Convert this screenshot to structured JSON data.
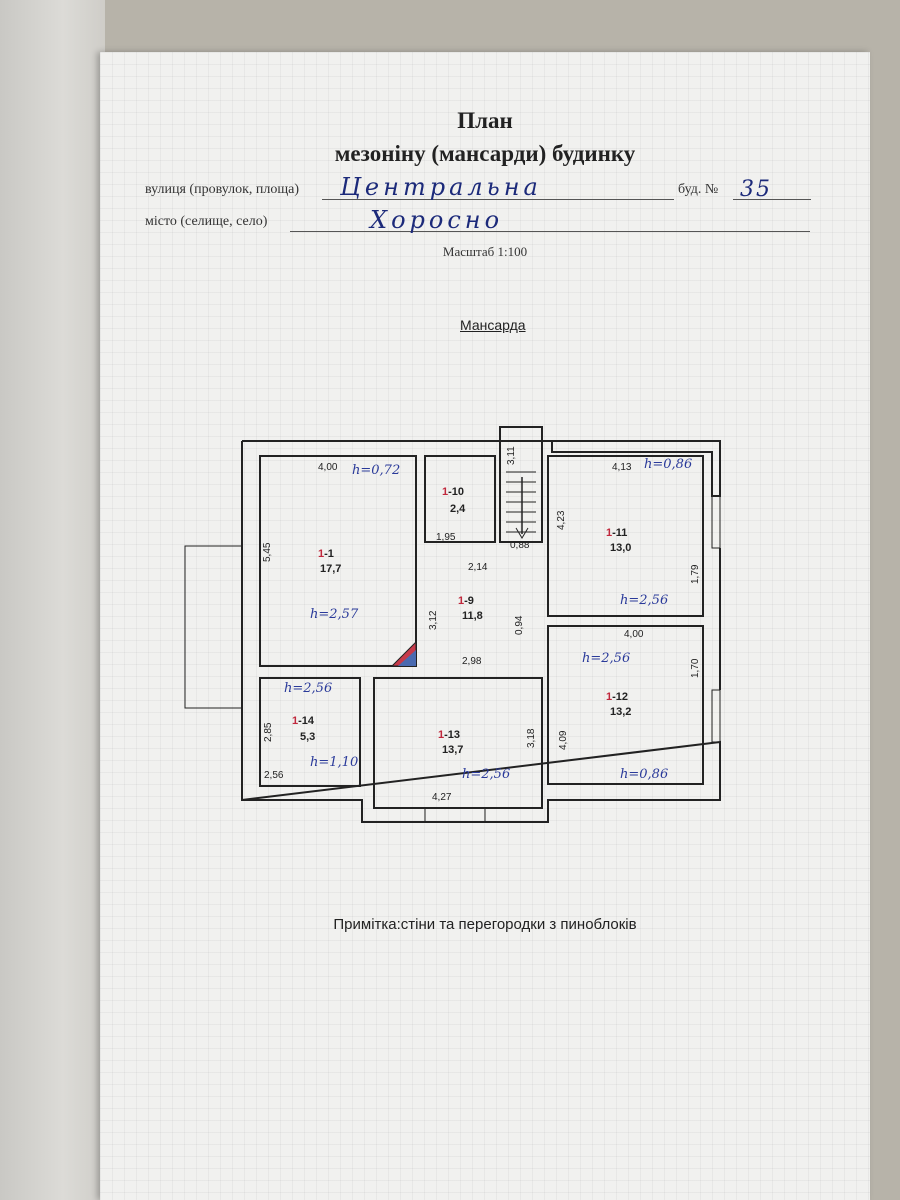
{
  "document": {
    "title": "План",
    "subtitle": "мезоніну (мансарди) будинку",
    "street_label": "вулиця (провулок, площа)",
    "street_value": "Центральна",
    "house_label": "буд. №",
    "house_value": "35",
    "city_label": "місто (селище, село)",
    "city_value": "Хоросно",
    "scale": "Масштаб 1:100",
    "section_title": "Мансарда",
    "note": "Примітка:стіни та перегородки з пиноблоків"
  },
  "rooms": [
    {
      "id": "1-1",
      "area": "17,7"
    },
    {
      "id": "1-9",
      "area": "11,8"
    },
    {
      "id": "1-10",
      "area": "2,4"
    },
    {
      "id": "1-11",
      "area": "13,0"
    },
    {
      "id": "1-12",
      "area": "13,2"
    },
    {
      "id": "1-13",
      "area": "13,7"
    },
    {
      "id": "1-14",
      "area": "5,3"
    }
  ],
  "dimensions": {
    "r1_top": "4,00",
    "r1_left": "5,45",
    "r10_bottom": "1,95",
    "stair_width": "0,88",
    "stair_len": "3,11",
    "r9_top": "2,14",
    "r9_left": "3,12",
    "r9_bottom": "2,98",
    "r9_right": "0,94",
    "r11_top": "4,13",
    "r11_left": "4,23",
    "r11_right": "1,79",
    "r12_top": "4,00",
    "r12_left": "4,09",
    "r12_right": "1,70",
    "r13_bottom": "4,27",
    "r13_right": "3,18",
    "r14_left": "2,85",
    "r14_bottom": "2,56"
  },
  "heights": {
    "r1_top": "h=0,72",
    "r1_mid": "h=2,57",
    "r11_top": "h=0,86",
    "r11_mid": "h=2,56",
    "r12_top": "h=2,56",
    "r12_bottom": "h=0,86",
    "r13": "h=2,56",
    "r14_top": "h=2,56",
    "r14_mid": "h=1,10"
  },
  "colors": {
    "paper": "#f1f1ef",
    "ink": "#222222",
    "handwriting_blue": "#2a3a9a",
    "handwriting_red": "#c0283c"
  }
}
